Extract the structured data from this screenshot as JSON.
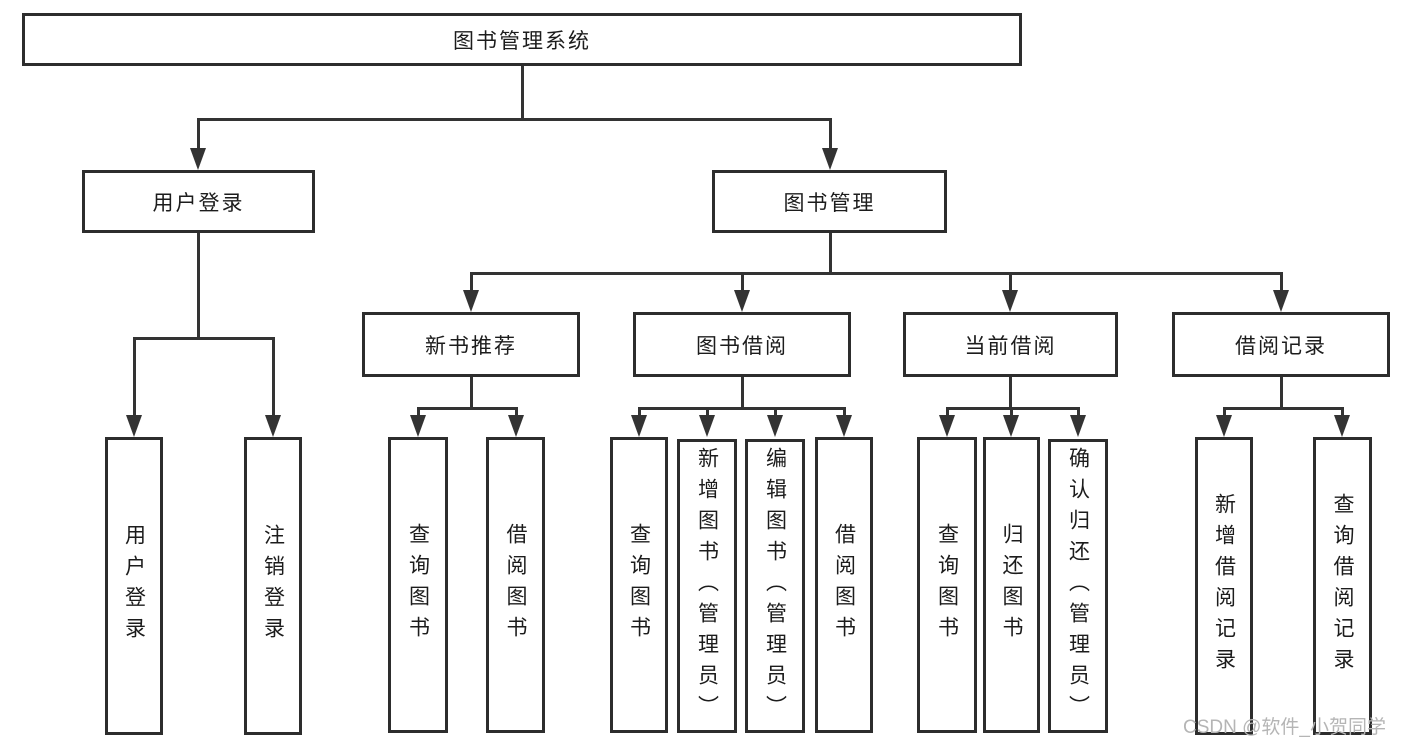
{
  "diagram": {
    "title": "图书管理系统",
    "nodes": [
      {
        "id": "root",
        "label": "图书管理系统",
        "parent": null
      },
      {
        "id": "user-login",
        "label": "用户登录",
        "parent": "root"
      },
      {
        "id": "book-mgmt",
        "label": "图书管理",
        "parent": "root"
      },
      {
        "id": "new-book-rec",
        "label": "新书推荐",
        "parent": "book-mgmt"
      },
      {
        "id": "book-borrow",
        "label": "图书借阅",
        "parent": "book-mgmt"
      },
      {
        "id": "current-borrow",
        "label": "当前借阅",
        "parent": "book-mgmt"
      },
      {
        "id": "borrow-records",
        "label": "借阅记录",
        "parent": "book-mgmt"
      },
      {
        "id": "login",
        "label": "用户登录",
        "parent": "user-login"
      },
      {
        "id": "logout",
        "label": "注销登录",
        "parent": "user-login"
      },
      {
        "id": "rec-query-book",
        "label": "查询图书",
        "parent": "new-book-rec"
      },
      {
        "id": "rec-borrow-book",
        "label": "借阅图书",
        "parent": "new-book-rec"
      },
      {
        "id": "bb-query-book",
        "label": "查询图书",
        "parent": "book-borrow"
      },
      {
        "id": "bb-add-book",
        "label": "新增图书（管理员）",
        "parent": "book-borrow"
      },
      {
        "id": "bb-edit-book",
        "label": "编辑图书（管理员）",
        "parent": "book-borrow"
      },
      {
        "id": "bb-borrow-book",
        "label": "借阅图书",
        "parent": "book-borrow"
      },
      {
        "id": "cb-query-book",
        "label": "查询图书",
        "parent": "current-borrow"
      },
      {
        "id": "cb-return-book",
        "label": "归还图书",
        "parent": "current-borrow"
      },
      {
        "id": "cb-confirm-return",
        "label": "确认归还（管理员）",
        "parent": "current-borrow"
      },
      {
        "id": "br-add-record",
        "label": "新增借阅记录",
        "parent": "borrow-records"
      },
      {
        "id": "br-query-record",
        "label": "查询借阅记录",
        "parent": "borrow-records"
      }
    ],
    "colors": {
      "line": "#333333",
      "box_border": "#2d2d2d",
      "box_fill": "#ffffff",
      "text": "#1c1c1c",
      "background": "#ffffff",
      "watermark": "#b5b5b5"
    }
  },
  "watermark": {
    "text": "CSDN @软件_小贺同学"
  }
}
